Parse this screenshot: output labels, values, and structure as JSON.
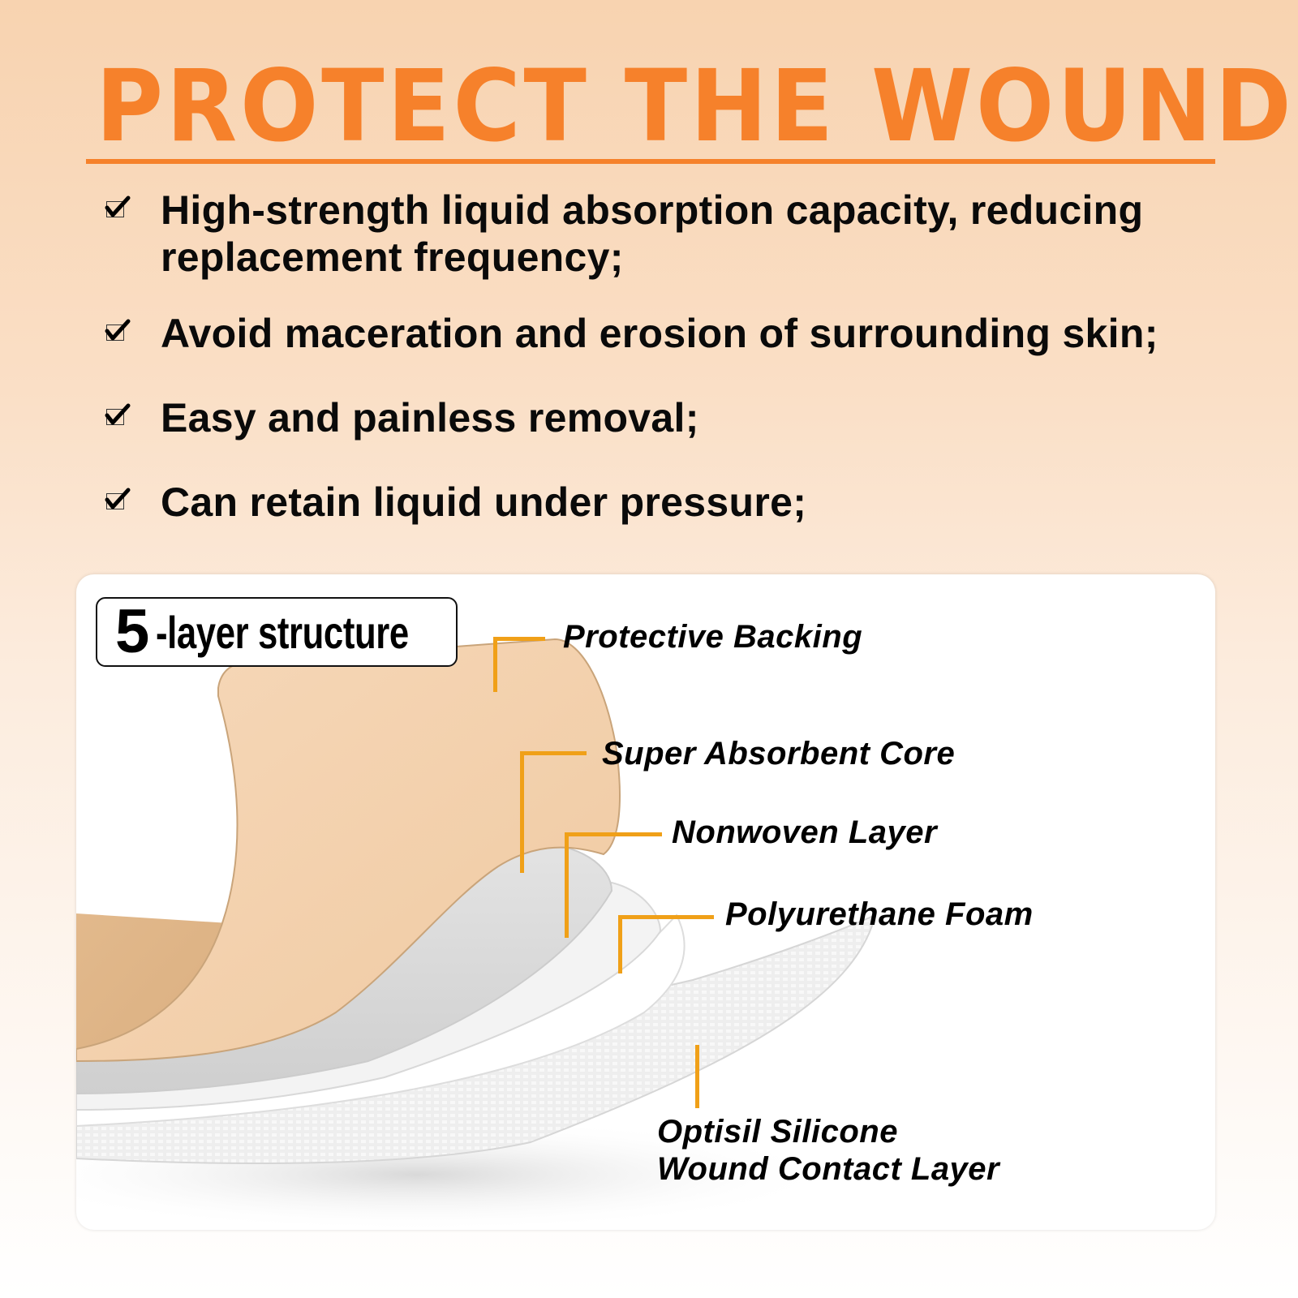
{
  "header": {
    "title": "PROTECT THE WOUND",
    "accent_color": "#f6812b"
  },
  "features": [
    {
      "icon": "checkbox-checked-icon",
      "lines": [
        "High-strength liquid absorption capacity, reducing",
        "replacement frequency;"
      ]
    },
    {
      "icon": "checkbox-checked-icon",
      "lines": [
        "Avoid maceration and erosion of surrounding skin;"
      ]
    },
    {
      "icon": "checkbox-checked-icon",
      "lines": [
        "Easy and painless removal;"
      ]
    },
    {
      "icon": "checkbox-checked-icon",
      "lines": [
        "Can retain liquid under pressure;"
      ]
    }
  ],
  "structure": {
    "badge_number": "5",
    "badge_text": "-layer structure",
    "leader_color": "#f0a018",
    "layers": [
      {
        "label": "Protective Backing"
      },
      {
        "label": "Super Absorbent Core"
      },
      {
        "label": "Nonwoven Layer"
      },
      {
        "label": "Polyurethane Foam"
      },
      {
        "label_line1": "Optisil Silicone",
        "label_line2": "Wound Contact Layer"
      }
    ]
  }
}
